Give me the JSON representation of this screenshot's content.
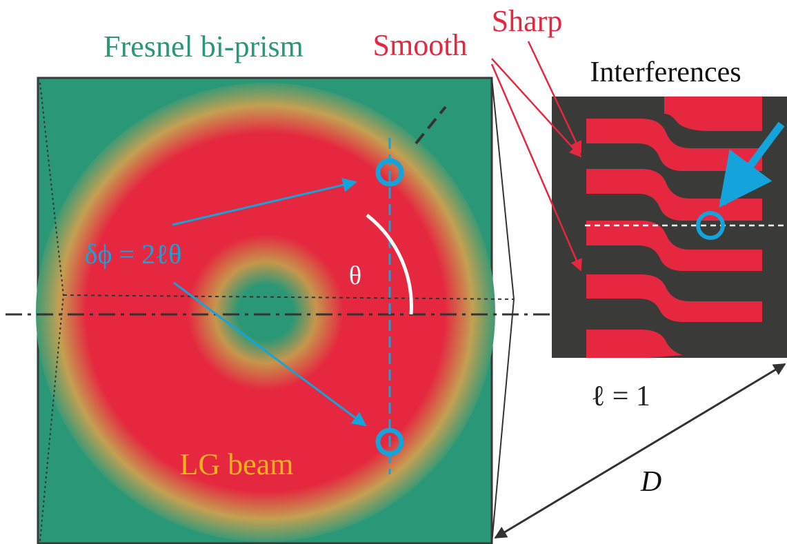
{
  "labels": {
    "prism": "Fresnel bi-prism",
    "smooth": "Smooth",
    "sharp": "Sharp",
    "interferences": "Interferences",
    "phase": "δϕ = 2ℓθ",
    "theta": "θ",
    "beam": "LG beam",
    "ell": "ℓ = 1",
    "distance": "D"
  },
  "colors": {
    "green": "#2a9776",
    "red": "#e5283f",
    "yellow": "#f5b21c",
    "cyan": "#14a3db",
    "dark": "#3a3a38",
    "black": "#111111",
    "white": "#ffffff"
  }
}
